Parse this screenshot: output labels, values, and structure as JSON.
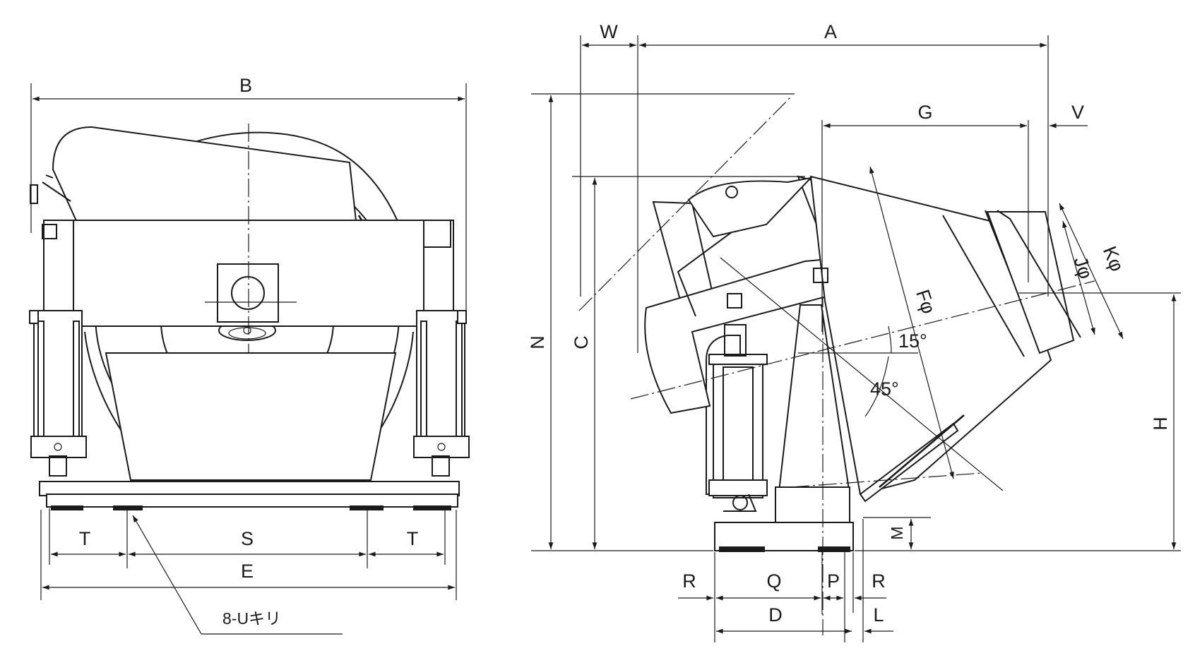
{
  "front_view": {
    "dims": {
      "B": "B",
      "T_left": "T",
      "S": "S",
      "T_right": "T",
      "E": "E"
    },
    "note": "8-Uキリ"
  },
  "side_view": {
    "dims": {
      "W": "W",
      "A": "A",
      "G": "G",
      "V": "V",
      "N": "N",
      "C": "C",
      "H": "H",
      "M": "M",
      "K": "Kφ",
      "J": "Jφ",
      "F": "Fφ",
      "angle1": "15°",
      "angle2": "45°",
      "R_left": "R",
      "Q": "Q",
      "P": "P",
      "R_right": "R",
      "D": "D",
      "L": "L"
    }
  },
  "colors": {
    "line": "#1a1a1a",
    "background": "#ffffff"
  }
}
